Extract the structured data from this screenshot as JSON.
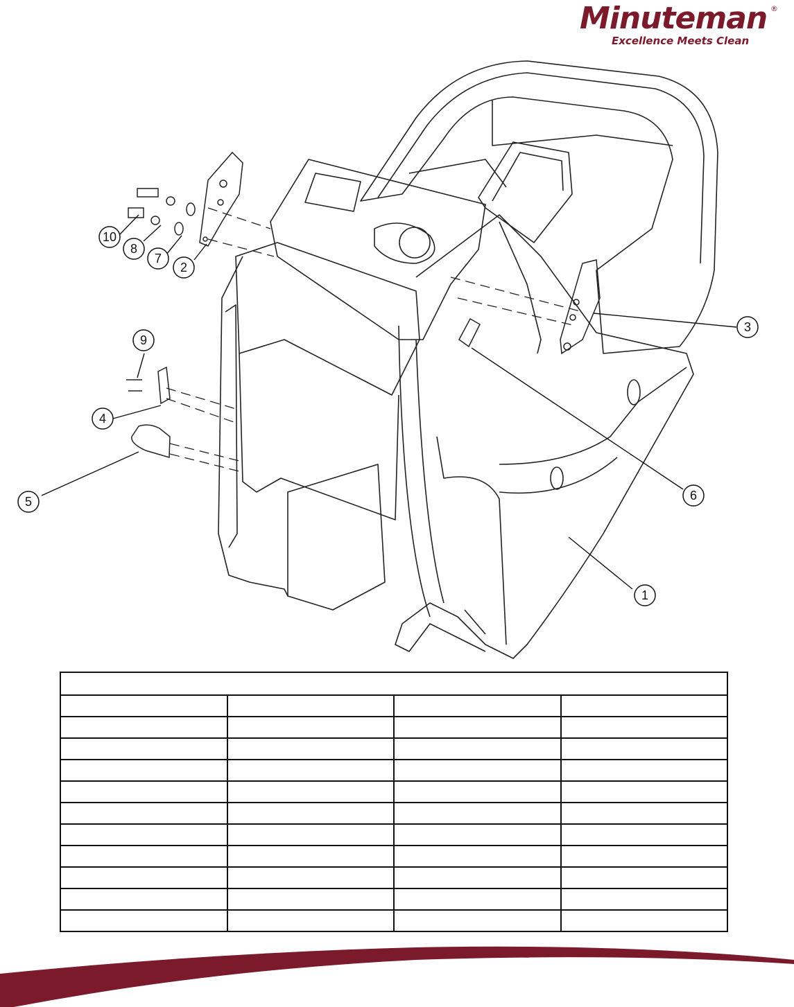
{
  "brand": {
    "name": "Minuteman",
    "registered_mark": "®",
    "tagline": "Excellence Meets Clean",
    "color": "#7a1a2a"
  },
  "diagram": {
    "callouts": [
      "10",
      "8",
      "7",
      "2",
      "9",
      "4",
      "5",
      "3",
      "6",
      "1"
    ]
  },
  "parts_table": {
    "title": "",
    "headers": [
      "",
      "",
      "",
      ""
    ],
    "rows": [
      [
        "",
        "",
        "",
        ""
      ],
      [
        "",
        "",
        "",
        ""
      ],
      [
        "",
        "",
        "",
        ""
      ],
      [
        "",
        "",
        "",
        ""
      ],
      [
        "",
        "",
        "",
        ""
      ],
      [
        "",
        "",
        "",
        ""
      ],
      [
        "",
        "",
        "",
        ""
      ],
      [
        "",
        "",
        "",
        ""
      ],
      [
        "",
        "",
        "",
        ""
      ],
      [
        "",
        "",
        "",
        ""
      ]
    ]
  }
}
